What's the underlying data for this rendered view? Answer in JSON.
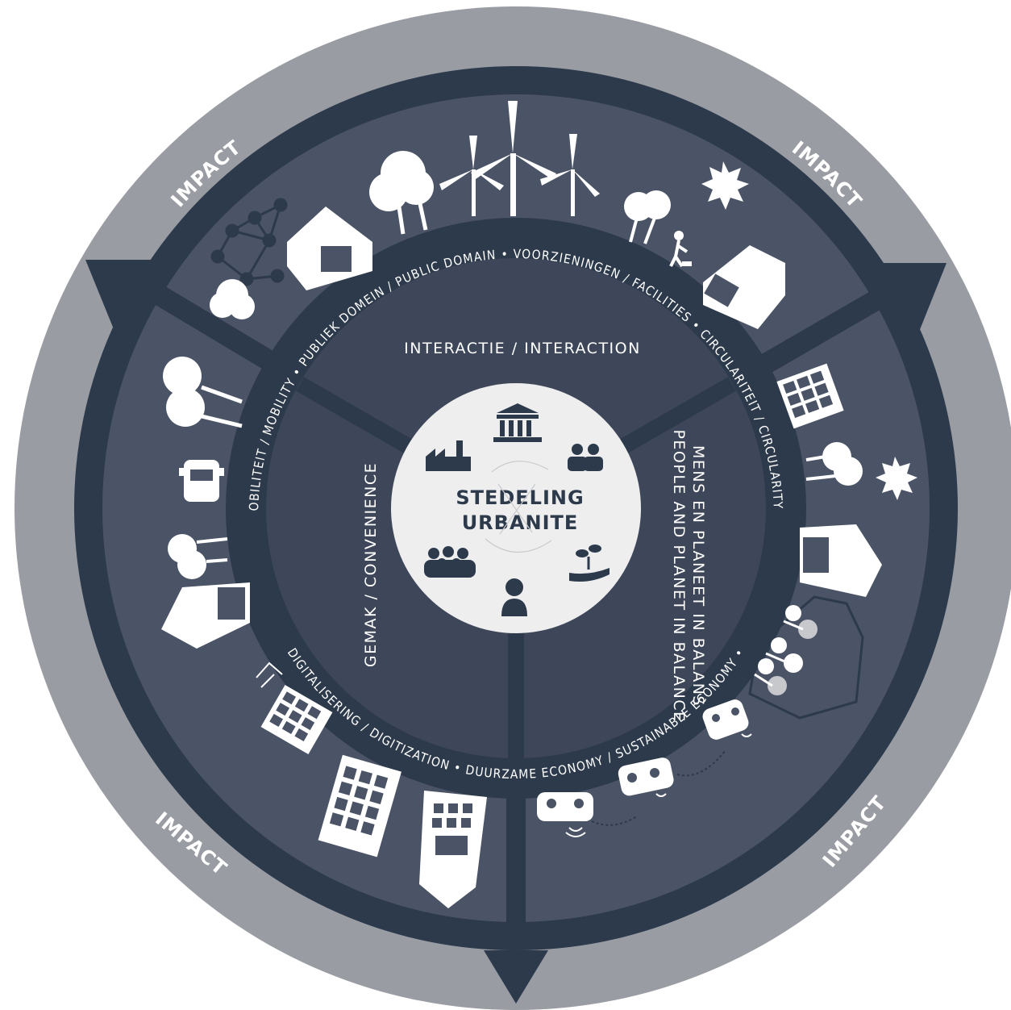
{
  "center": {
    "line1": "STEDELING",
    "line2": "URBANITE"
  },
  "impact": [
    "IMPACT",
    "IMPACT",
    "IMPACT",
    "IMPACT"
  ],
  "sectors": {
    "top": "INTERACTIE / INTERACTION",
    "left": "GEMAK / CONVENIENCE",
    "right_line1": "MENS EN PLANEET IN BALANS",
    "right_line2": "PEOPLE AND PLANET IN BALANCE"
  },
  "ring": {
    "upper": "MOBILITEIT / MOBILITY • PUBLIEK DOMEIN / PUBLIC DOMAIN • VOORZIENINGEN / FACILITIES • CIRCULARITEIT / CIRCULARITY •",
    "lower": "DIGITALISERING / DIGITIZATION • DUURZAME ECONOMY / SUSTAINABLE ECONOMY •"
  },
  "colors": {
    "outer": "#9a9ca3",
    "dark": "#2c3a4b",
    "panel": "#4b5466",
    "inner": "#3e4759",
    "core": "#eeeeef"
  },
  "icons": [
    "factory-icon",
    "museum-icon",
    "business-people-icon",
    "group-icon",
    "person-icon",
    "plant-in-hand-icon",
    "wind-turbine-icon",
    "tree-icon",
    "house-icon",
    "apartment-icon",
    "network-icon",
    "car-icon",
    "sun-icon",
    "walker-with-dog-icon",
    "robot-car-icon"
  ]
}
